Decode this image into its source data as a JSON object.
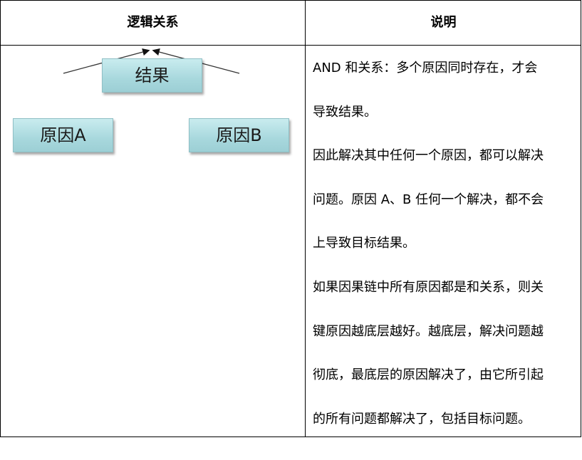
{
  "table": {
    "headers": [
      "逻辑关系",
      "说明"
    ],
    "diagram": {
      "result": "结果",
      "cause_a": "原因A",
      "cause_b": "原因B"
    },
    "description": [
      [
        "AND 和关系：多个原因同时存在，才会",
        "导致结果。"
      ],
      [
        "因此解决其中任何一个原因，都可以解决",
        "问题。原因 A、B 任何一个解决，都不会",
        "上导致目标结果。"
      ],
      [
        "如果因果链中所有原因都是和关系，则关",
        "键原因越底层越好。越底层，解决问题越",
        "彻底，最底层的原因解决了，由它所引起",
        "的所有问题都解决了，包括目标问题。"
      ]
    ]
  }
}
